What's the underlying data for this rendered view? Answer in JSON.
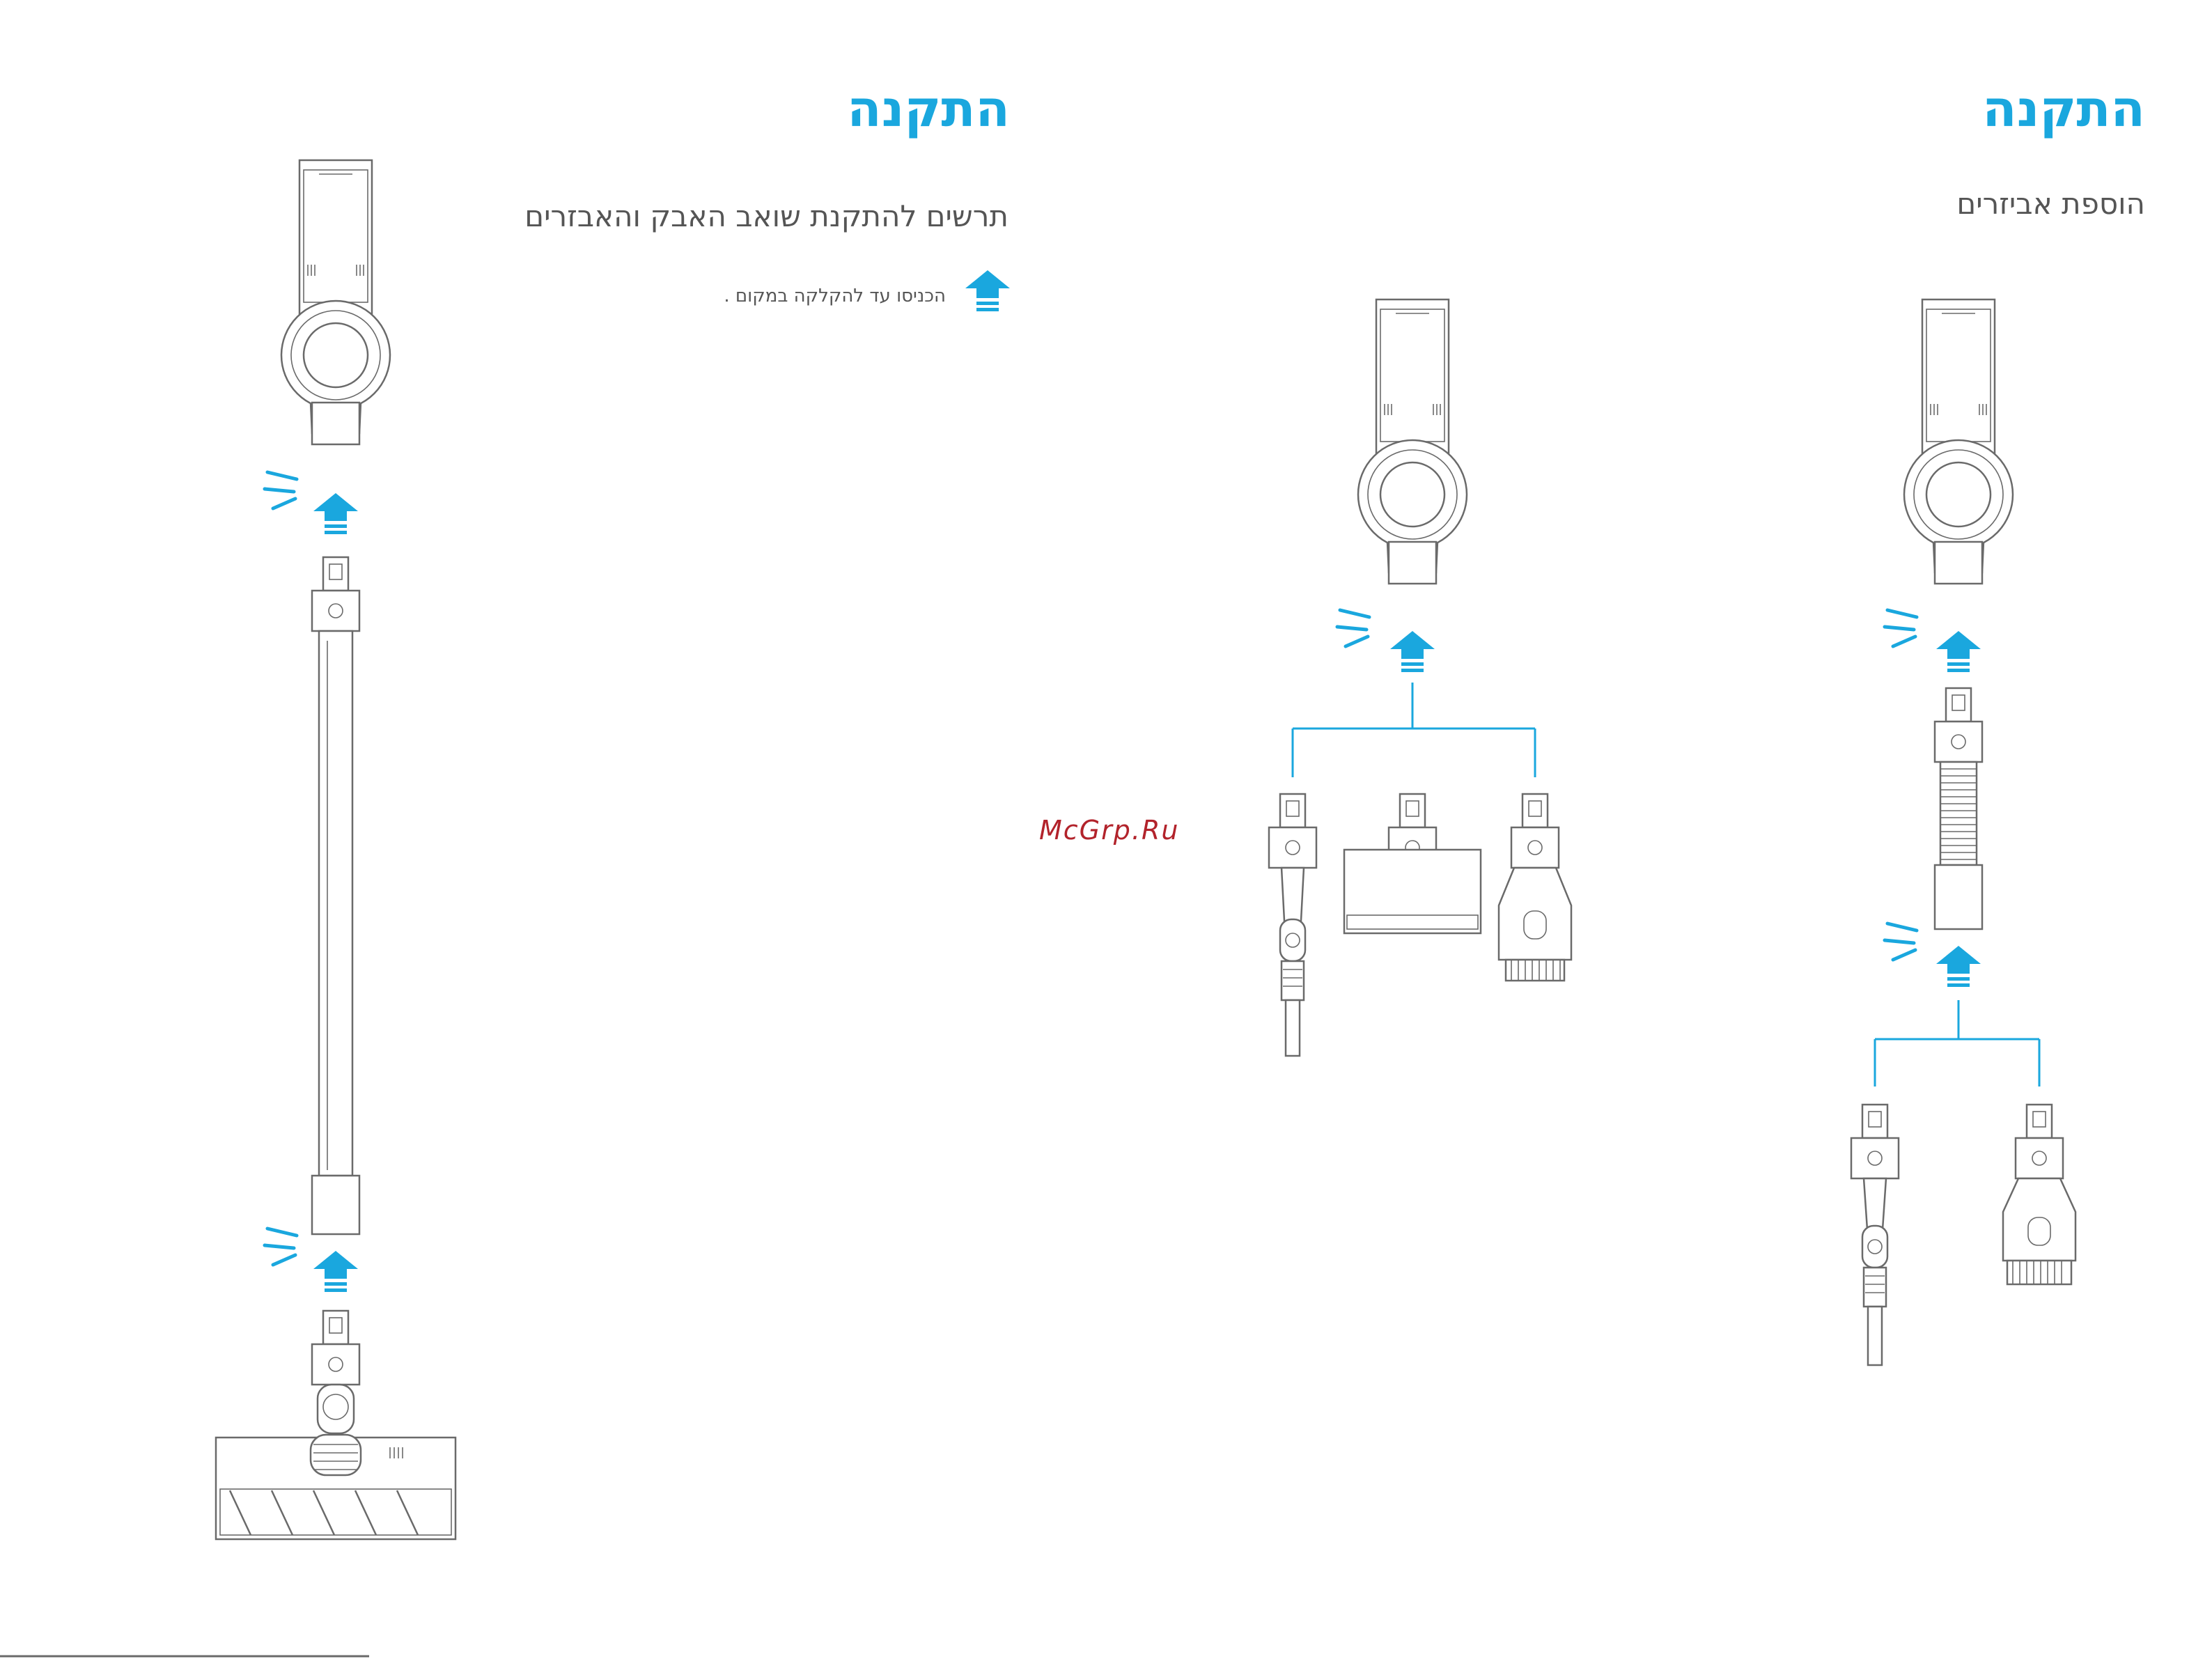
{
  "left_page": {
    "title": "התקנה",
    "subtitle": "תרשים להתקנת שואב האבק והאבזרים",
    "note": "הכניסו עד להקלקה במקום ."
  },
  "right_page": {
    "title": "התקנה",
    "subtitle": "הוספת אביזרים"
  },
  "watermark": "McGrp.Ru",
  "colors": {
    "accent": "#1aa7de",
    "line": "#6a6a6a",
    "watermark": "#b2232b"
  },
  "icons": [
    "arrow-up-icon",
    "click-sound-icon"
  ]
}
